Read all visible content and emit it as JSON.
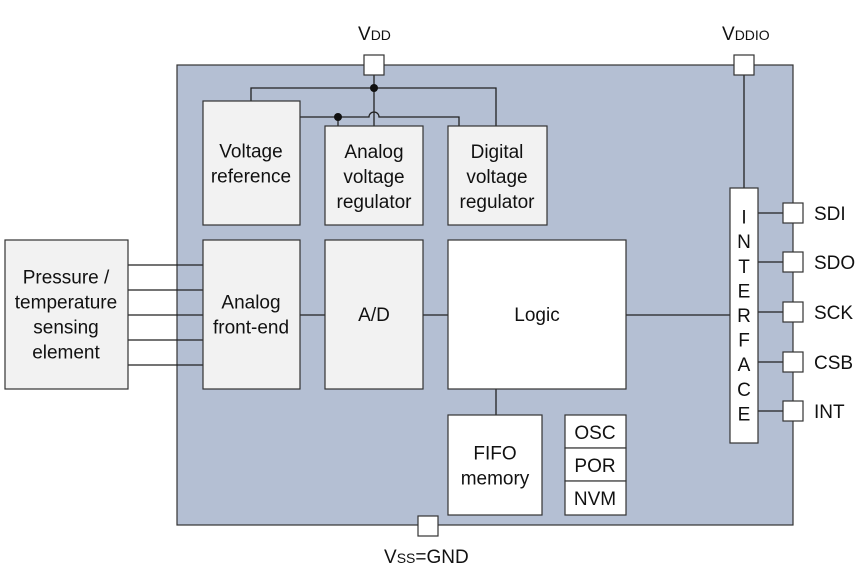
{
  "colors": {
    "chip": "#b4bfd3",
    "block": "#f2f2f2"
  },
  "pins": {
    "vdd": "V",
    "vdd_sub": "DD",
    "vddio": "V",
    "vddio_sub": "DDIO",
    "vss": "V",
    "vss_sub": "SS",
    "vss_suffix": "=GND",
    "right": [
      "SDI",
      "SDO",
      "SCK",
      "CSB",
      "INT"
    ]
  },
  "blocks": {
    "voltage_reference": [
      "Voltage",
      "reference"
    ],
    "analog_regulator": [
      "Analog",
      "voltage",
      "regulator"
    ],
    "digital_regulator": [
      "Digital",
      "voltage",
      "regulator"
    ],
    "sensing_element": [
      "Pressure /",
      "temperature",
      "sensing",
      "element"
    ],
    "afe": [
      "Analog",
      "front-end"
    ],
    "adc": "A/D",
    "logic": "Logic",
    "fifo": [
      "FIFO",
      "memory"
    ],
    "osc": "OSC",
    "por": "POR",
    "nvm": "NVM",
    "interface": [
      "I",
      "N",
      "T",
      "E",
      "R",
      "F",
      "A",
      "C",
      "E"
    ]
  }
}
